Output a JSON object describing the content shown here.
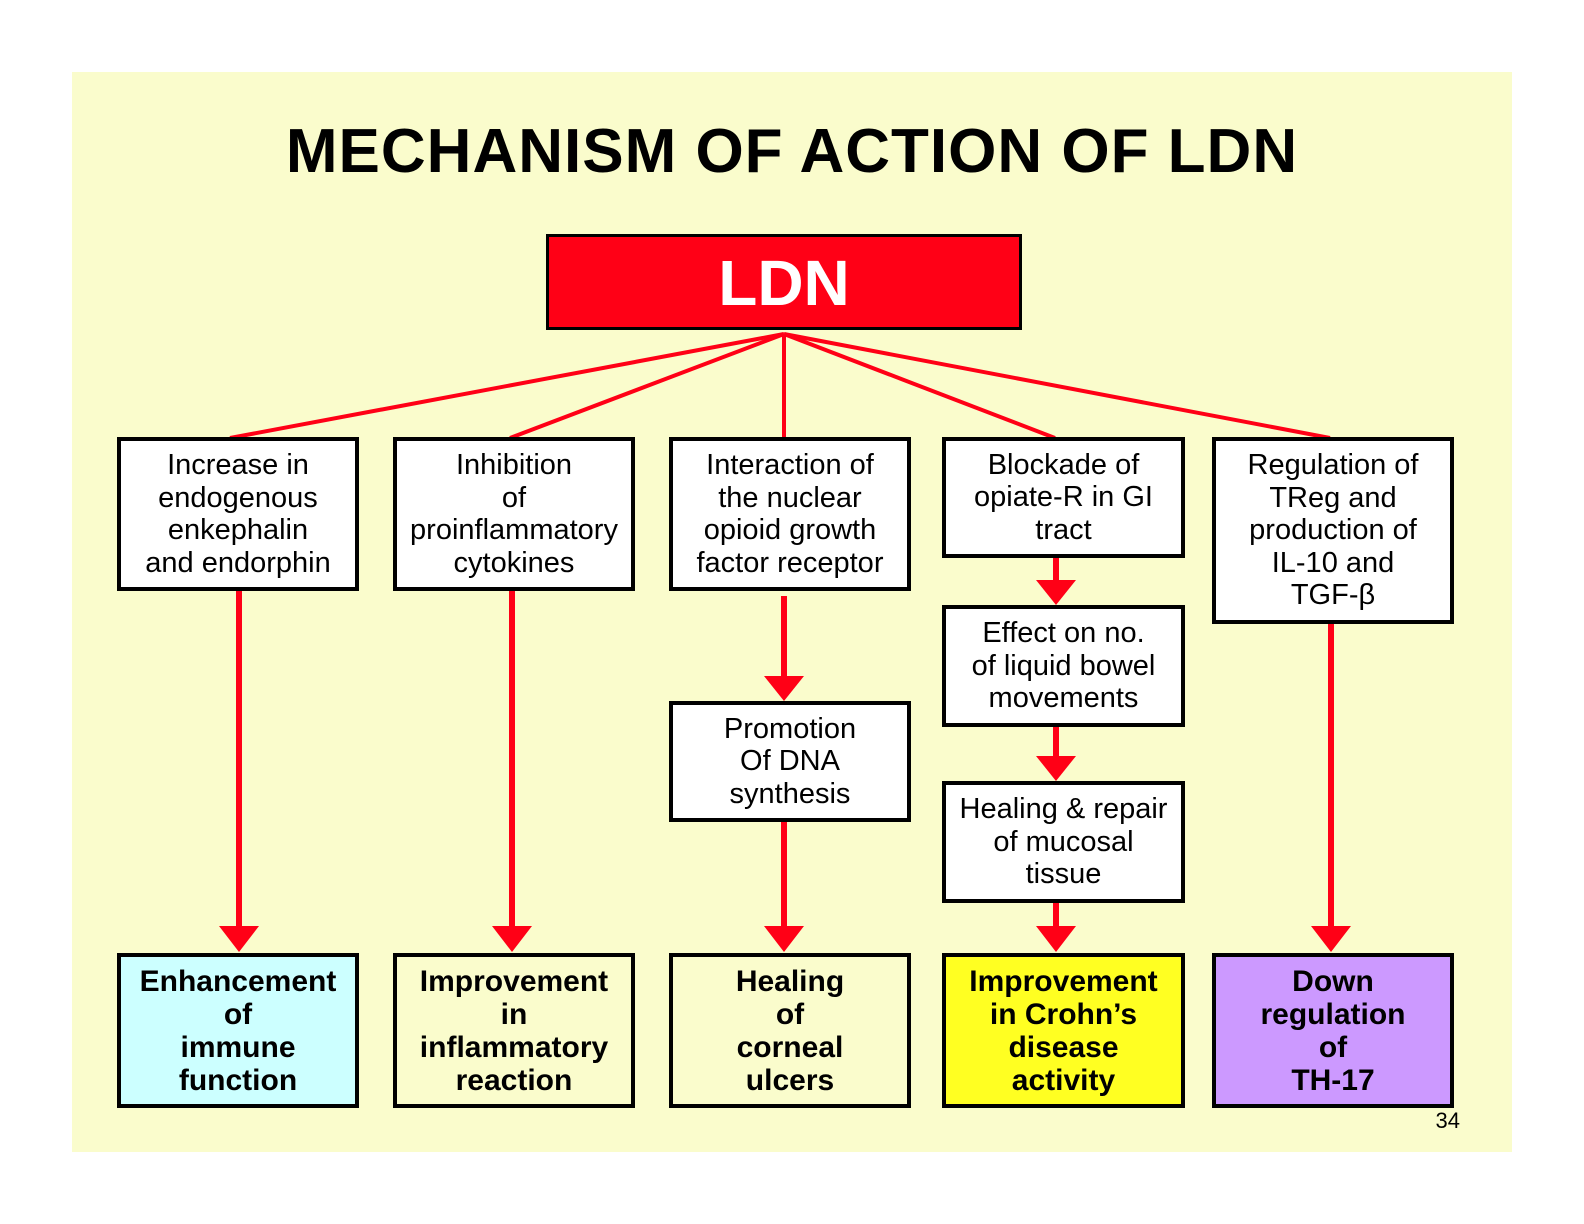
{
  "slide": {
    "title": "MECHANISM OF ACTION OF LDN",
    "root": "LDN",
    "page_number": "34",
    "colors": {
      "background": "#fafccc",
      "root_fill": "#ff0016",
      "connector": "#ff0016",
      "mechanism_fill": "#ffffff",
      "outcome_immune": "#ccffff",
      "outcome_inflammatory": "#fafccc",
      "outcome_corneal": "#fafccc",
      "outcome_crohns": "#ffff22",
      "outcome_th17": "#cc99ff"
    }
  },
  "mechanisms": [
    "Increase in\nendogenous\nenkephalin\nand endorphin",
    "Inhibition\nof\nproinflammatory\ncytokines",
    "Interaction of\nthe nuclear\nopioid growth\nfactor receptor",
    "Blockade of\nopiate-R in GI\ntract",
    "Regulation of\nTReg and\nproduction of\nIL-10 and\nTGF-β"
  ],
  "intermediates": {
    "dna": "Promotion\nOf DNA\nsynthesis",
    "bowel": "Effect on no.\nof liquid bowel\nmovements",
    "mucosal": "Healing & repair\nof mucosal\ntissue"
  },
  "outcomes": [
    "Enhancement\nof\nimmune\nfunction",
    "Improvement\nin\ninflammatory\nreaction",
    "Healing\nof\ncorneal\nulcers",
    "Improvement\nin Crohn’s\ndisease\nactivity",
    "Down\nregulation\nof\nTH-17"
  ]
}
